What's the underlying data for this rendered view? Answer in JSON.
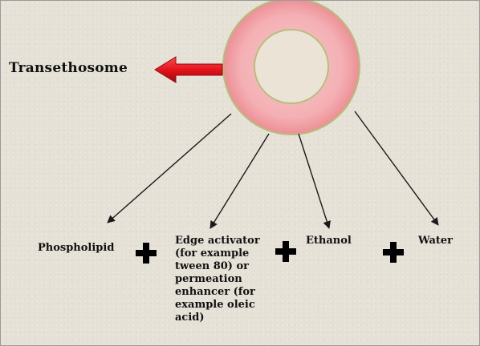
{
  "diagram": {
    "title": "Transethosome",
    "components": [
      {
        "label": "Phospholipid"
      },
      {
        "label": "Edge activator (for example tween 80) or permeation enhancer (for example oleic acid)"
      },
      {
        "label": "Ethanol"
      },
      {
        "label": "Water"
      }
    ],
    "colors": {
      "background": "#e6e1d7",
      "vesicle_ring": "#f2a7ab",
      "vesicle_outline": "#b5bf7a",
      "vesicle_core": "#ebe4d6",
      "arrow_red": "#e01018",
      "plus": "#000000"
    },
    "icons": [
      "plus-icon",
      "arrow-left-icon"
    ]
  }
}
